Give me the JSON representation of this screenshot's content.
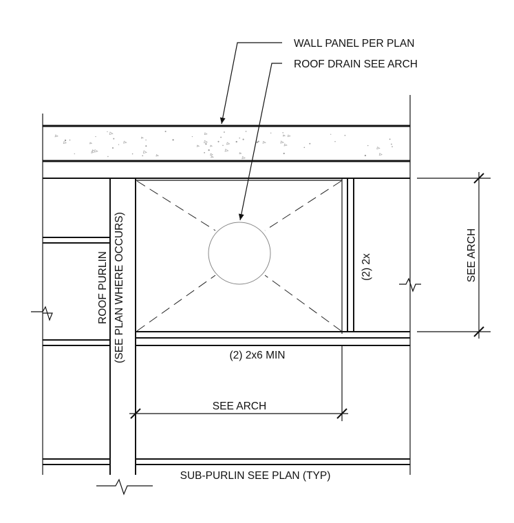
{
  "labels": {
    "wall_panel": "WALL PANEL PER PLAN",
    "roof_drain": "ROOF DRAIN SEE ARCH",
    "roof_purlin_line1": "ROOF PURLIN",
    "roof_purlin_line2": "(SEE PLAN WHERE OCCURS)",
    "two_2x": "(2) 2x",
    "see_arch_vertical": "SEE ARCH",
    "two_2x6_min": "(2) 2x6 MIN",
    "see_arch_horizontal": "SEE ARCH",
    "sub_purlin": "SUB-PURLIN SEE PLAN (TYP)"
  },
  "colors": {
    "line": "#111111",
    "background": "#ffffff",
    "speckle": "#999999"
  }
}
